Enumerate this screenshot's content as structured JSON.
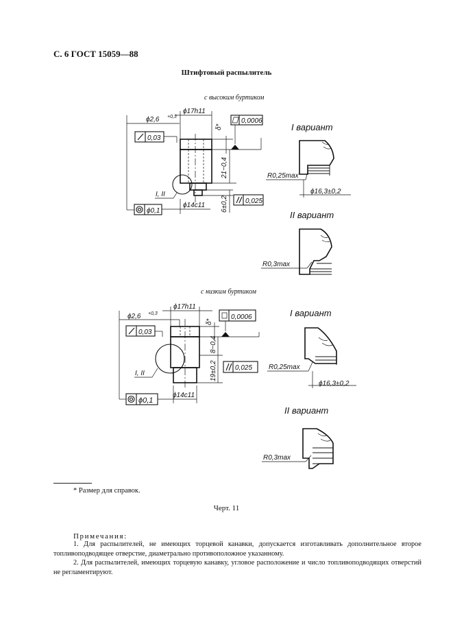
{
  "header": {
    "page_ref": "С. 6 ГОСТ 15059—88"
  },
  "section_title": "Штифтовый распылитель",
  "drawing_top": {
    "caption": "с высоким буртиком",
    "labels": {
      "dia_top": "ϕ17h11",
      "dia_hole": "ϕ2,6",
      "dia_hole_tol": "+0,3",
      "perp": "0,03",
      "flat": "0,0006",
      "delta": "δ*",
      "len1": "21−0,4",
      "len2": "6±0,2",
      "parallel": "0,025",
      "circ_mark": "I, II",
      "concentric": "ϕ0,1",
      "dia_bottom": "ϕ14c11"
    },
    "variant_1": {
      "title": "I вариант",
      "radius": "R0,25max",
      "dia": "ϕ16,3±0,2"
    },
    "variant_2": {
      "title": "II вариант",
      "radius": "R0,3max"
    }
  },
  "drawing_bottom": {
    "caption": "с низким буртиком",
    "labels": {
      "dia_top": "ϕ17h11",
      "dia_hole": "ϕ2,6",
      "dia_hole_tol": "+0,3",
      "perp": "0,03",
      "flat": "0,0006",
      "delta": "δ*",
      "len1": "8−0,4",
      "len2": "19±0,2",
      "parallel": "0,025",
      "circ_mark": "I, II",
      "concentric": "ϕ0,1",
      "dia_bottom": "ϕ14c11"
    },
    "variant_1": {
      "title": "I вариант",
      "radius": "R0,25max",
      "dia": "ϕ16,3±0,2"
    },
    "variant_2": {
      "title": "II вариант",
      "radius": "R0,3max"
    }
  },
  "footnote": "* Размер для справок.",
  "figure_caption": "Черт. 11",
  "notes": {
    "heading": "Примечания:",
    "items": [
      "1. Для распылителей, не имеющих торцевой канавки, допускается изготавливать дополнительное второе топливоподводящее отверстие, диаметрально противоположное указанному.",
      "2. Для распылителей, имеющих торцевую канавку, угловое расположение и число топливоподводящих отверстий не регламентируют."
    ]
  }
}
